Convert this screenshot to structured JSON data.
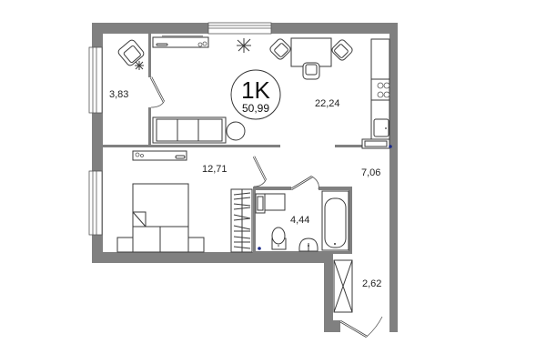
{
  "plan": {
    "type_label": "1K",
    "total_area": "50,99",
    "colors": {
      "wall": "#808080",
      "line": "#3a3a3a",
      "outlet_dot": "#1a2a8a"
    },
    "rooms": [
      {
        "id": "balcony",
        "area": "3,83"
      },
      {
        "id": "living-kitchen",
        "area": "22,24"
      },
      {
        "id": "bedroom",
        "area": "12,71"
      },
      {
        "id": "hallway",
        "area": "7,06"
      },
      {
        "id": "bathroom",
        "area": "4,44"
      },
      {
        "id": "entry-vestibule",
        "area": "2,62"
      }
    ]
  }
}
